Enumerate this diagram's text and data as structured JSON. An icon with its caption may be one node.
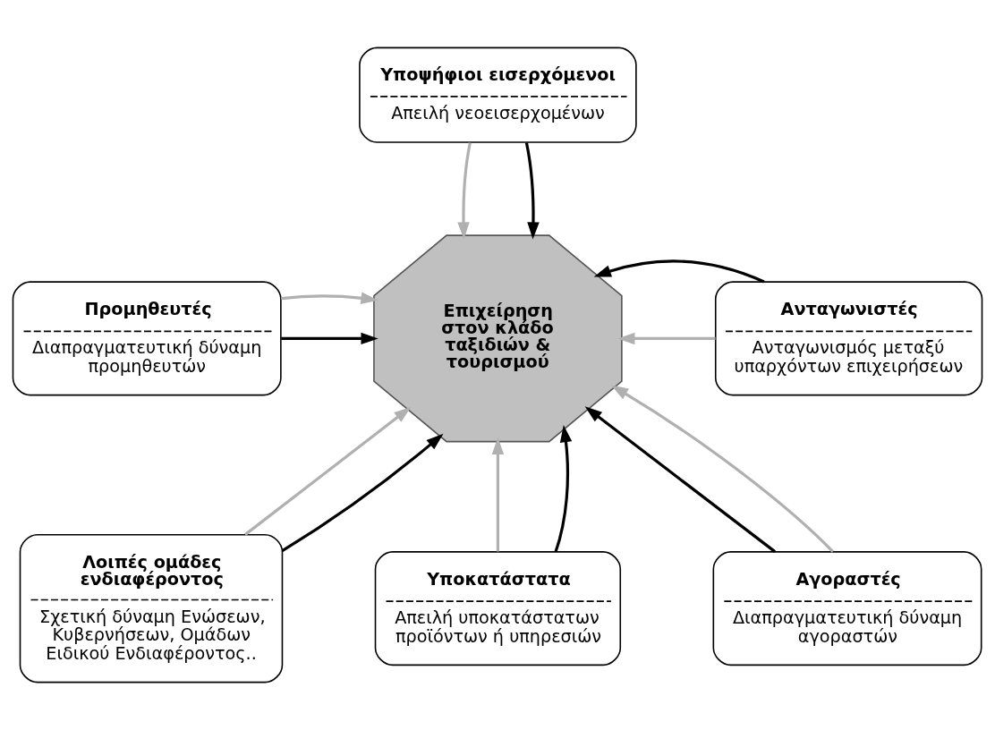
{
  "diagram": {
    "nodes": [
      {
        "text": [
          "Υποψήφιοι εισερχόμενοι",
          "Απειλή νεοεισερχομένων"
        ]
      },
      {
        "text": [
          "Προμηθευτές",
          "Διαπραγματευτική δύναμη προμηθευτών"
        ]
      },
      {
        "text": [
          "Επιχείρηση στον κλάδο ταξιδιών & τουρισμού"
        ]
      },
      {
        "text": [
          "Ανταγωνιστές",
          "Ανταγωνισμός μεταξύ υπαρχόντων επιχειρήσεων"
        ]
      },
      {
        "text": [
          "Λοιπές ομάδες ενδιαφέροντος",
          "Σχετική δύναμη Ενώσεων, Κυβερνήσεων, Ομάδων Ειδικού Ενδιαφέροντος.."
        ]
      },
      {
        "text": [
          "Αγοραστές",
          "Διαπραγματευτική δύναμη αγοραστών"
        ]
      },
      {
        "text": [
          "Υποκατάστατα",
          "Απειλή υποκατάστατων προϊόντων ή υπηρεσιών"
        ]
      }
    ],
    "edges": [
      {
        "from": 0,
        "to": 2,
        "arrow": "to",
        "color": "#b0b0b0"
      },
      {
        "from": 0,
        "to": 2,
        "arrow": "to",
        "color": "#000000"
      },
      {
        "from": 1,
        "to": 2,
        "arrow": "to",
        "color": "#000000"
      },
      {
        "from": 1,
        "to": 2,
        "arrow": "to",
        "color": "#b0b0b0"
      },
      {
        "from": 3,
        "to": 2,
        "arrow": "to",
        "color": "#b0b0b0"
      },
      {
        "from": 3,
        "to": 2,
        "arrow": "to",
        "color": "#000000"
      },
      {
        "from": 4,
        "to": 2,
        "arrow": "to",
        "color": "#b0b0b0"
      },
      {
        "from": 4,
        "to": 2,
        "arrow": "to",
        "color": "#000000"
      },
      {
        "from": 5,
        "to": 2,
        "arrow": "to",
        "color": "#000000"
      },
      {
        "from": 5,
        "to": 2,
        "arrow": "to",
        "color": "#b0b0b0"
      },
      {
        "from": 6,
        "to": 2,
        "arrow": "to",
        "color": "#b0b0b0"
      },
      {
        "from": 6,
        "to": 2,
        "arrow": "to",
        "color": "#000000"
      }
    ]
  }
}
